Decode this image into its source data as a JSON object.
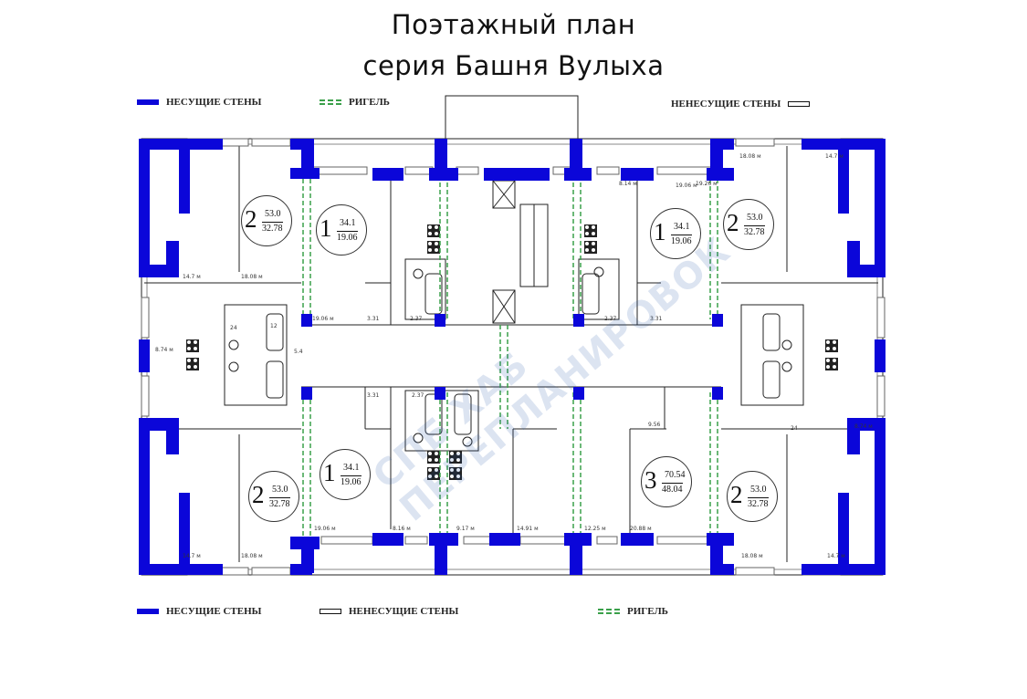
{
  "title": {
    "line1": "Поэтажный план",
    "line2": "серия Башня Вулыха"
  },
  "legend": {
    "load_bearing": "НЕСУЩИЕ СТЕНЫ",
    "riegel": "РИГЕЛЬ",
    "non_load_bearing": "НЕНЕСУЩИЕ СТЕНЫ"
  },
  "watermark": {
    "line1": "СПБ ХАБ",
    "line2": "ПЕРЕПЛАНИРОВОК"
  },
  "apartments": [
    {
      "id": "top-left",
      "rooms": "2",
      "total": "53.0",
      "living": "32.78"
    },
    {
      "id": "top-center-left",
      "rooms": "1",
      "total": "34.1",
      "living": "19.06"
    },
    {
      "id": "top-center-right",
      "rooms": "1",
      "total": "34.1",
      "living": "19.06"
    },
    {
      "id": "top-right",
      "rooms": "2",
      "total": "53.0",
      "living": "32.78"
    },
    {
      "id": "bottom-left",
      "rooms": "2",
      "total": "53.0",
      "living": "32.78"
    },
    {
      "id": "bottom-center-left",
      "rooms": "1",
      "total": "34.1",
      "living": "19.06"
    },
    {
      "id": "bottom-center-right",
      "rooms": "3",
      "total": "70.54",
      "living": "48.04"
    },
    {
      "id": "bottom-right",
      "rooms": "2",
      "total": "53.0",
      "living": "32.78"
    }
  ],
  "dimensions": [
    "14.7 м",
    "18.08 м",
    "19.06 м",
    "3.31",
    "2.37",
    "8.74 м",
    "24",
    "12",
    "5.4",
    "3.31",
    "2.37",
    "19.06 м",
    "18.08 м",
    "14.7 м",
    "8.74 м",
    "24",
    "2.37",
    "3.31",
    "9.56",
    "19.06 м",
    "8.16 м",
    "9.17 м",
    "14.91 м",
    "12.25 м",
    "20.88 м",
    "18.08 м",
    "14.7 м",
    "8.14 м",
    "19.26 м",
    "18.08 м",
    "14.7 м"
  ],
  "colors": {
    "load_bearing": "#0b06d9",
    "riegel": "#3aa04a",
    "line": "#222222",
    "watermark": "#2a5aa5"
  }
}
